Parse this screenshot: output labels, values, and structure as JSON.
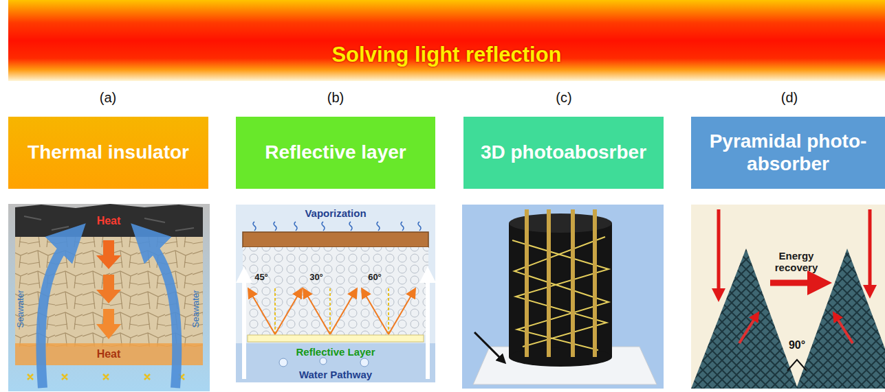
{
  "diagram": {
    "title": "Solving light reflection",
    "nodes": [
      {
        "text": [
          "Thermal insulator"
        ]
      },
      {
        "text": [
          "Reflective layer"
        ]
      },
      {
        "text": [
          "3D photoabosrber"
        ]
      },
      {
        "text": [
          "Pyramidal photo-absorber"
        ]
      }
    ],
    "labels": [
      "(a)",
      "(b)",
      "(c)",
      "(d)",
      "Heat",
      "Seawater",
      "Seawater",
      "Heat",
      "Vaporization",
      "45°",
      "30°",
      "60°",
      "Reflective Layer",
      "Water Pathway",
      "Energy recovery",
      "90°"
    ]
  }
}
